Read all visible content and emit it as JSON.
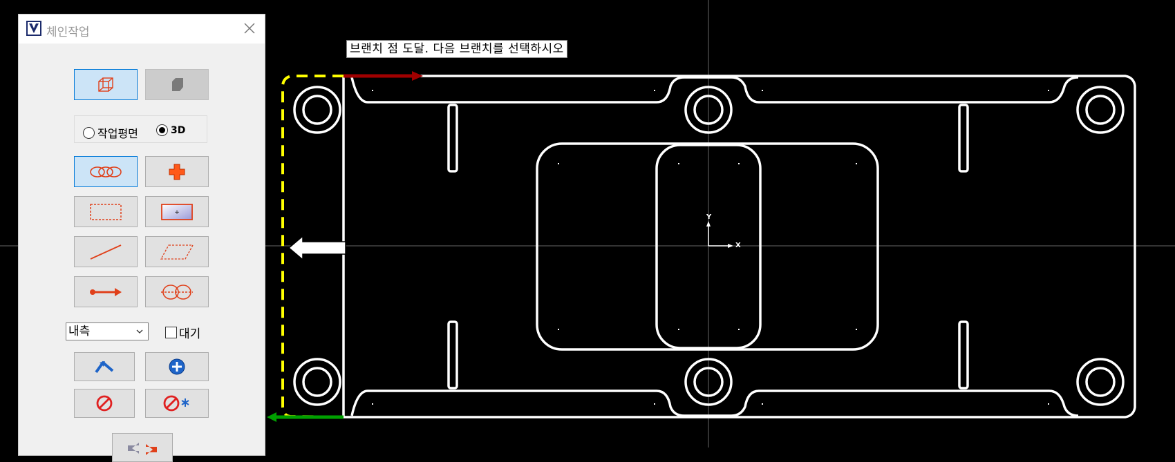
{
  "dialog": {
    "title": "체인작업",
    "plane_options": {
      "plane": "작업평면",
      "threeD": "3D",
      "selected": "3D"
    },
    "mode_select": {
      "value": "내측"
    },
    "wait_checkbox": {
      "label": "대기",
      "checked": false
    }
  },
  "viewport": {
    "prompt": "브랜치 점 도달. 다음 브랜치를 선택하시오",
    "axis_y": "Y",
    "axis_x": "X"
  },
  "colors": {
    "accent_red": "#e0401a",
    "button_on": "#cce4f7",
    "chain_yellow": "#ffff00",
    "arrow_red": "#a00000",
    "arrow_green": "#00a000"
  },
  "icons": {
    "toolbar": [
      "wireframe-cube-icon",
      "solid-face-icon",
      "chain-icon",
      "point-icon",
      "window-icon",
      "area-icon",
      "single-icon",
      "polygon-icon",
      "vector-icon",
      "partial-chain-icon",
      "end-chain-icon",
      "add-icon",
      "unselect-icon",
      "unselect-all-icon",
      "reverse-icon"
    ]
  }
}
